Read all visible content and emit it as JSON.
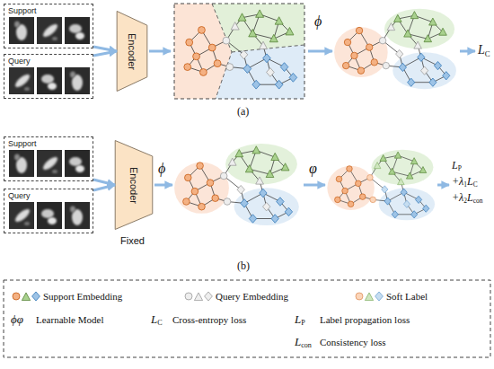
{
  "diagram": {
    "nodes": [
      {
        "text": [
          "Support"
        ]
      },
      {
        "text": [
          "Query"
        ]
      },
      {
        "text": [
          "Encoder"
        ]
      },
      {
        "text": [
          "Support"
        ]
      },
      {
        "text": [
          "Query"
        ]
      },
      {
        "text": [
          "Encoder"
        ]
      }
    ],
    "edges": [
      {
        "from": 0,
        "to": 2,
        "arrow": "to"
      },
      {
        "from": 1,
        "to": 2,
        "arrow": "to"
      },
      {
        "from": 3,
        "to": 5,
        "arrow": "to"
      },
      {
        "from": 4,
        "to": 5,
        "arrow": "to"
      }
    ],
    "labels": [
      "ϕ",
      "L",
      "C",
      "(a)",
      "Fixed",
      "ϕ",
      "φ",
      "L",
      "P",
      "+λ",
      "1",
      "L",
      "C",
      "+λ",
      "2",
      "L",
      "con",
      "(b)",
      "ϕφ",
      "L",
      "C",
      "L",
      "P",
      "L",
      "con"
    ],
    "legend": [
      {
        "text": "Support Embedding"
      },
      {
        "text": "Query Embedding"
      },
      {
        "text": "Soft Label"
      },
      {
        "text": "Learnable Model"
      },
      {
        "text": "Cross-entropy loss"
      },
      {
        "text": "Label propagation loss"
      },
      {
        "text": "Consistency loss"
      }
    ]
  }
}
